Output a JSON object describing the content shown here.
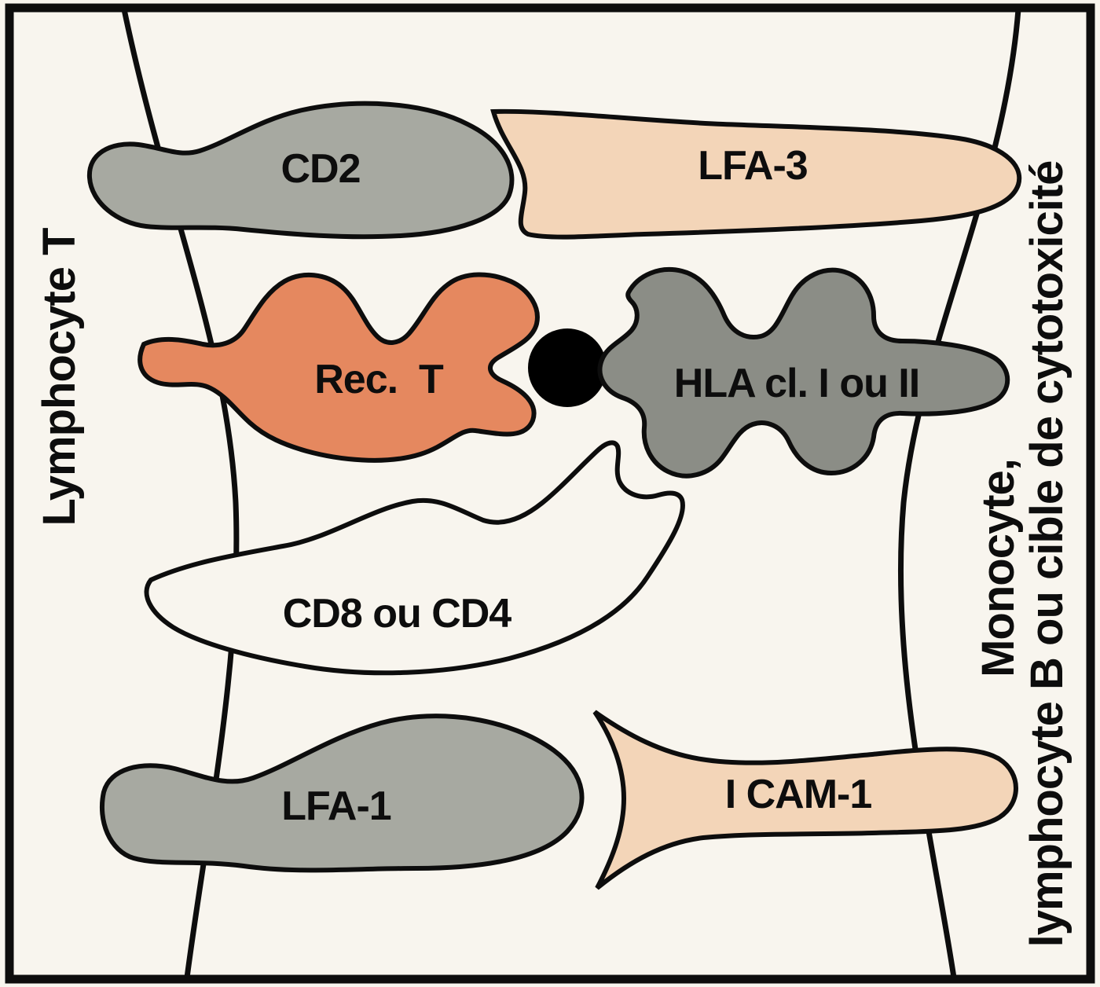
{
  "diagram": {
    "cells": {
      "left_label": "Lymphocyte T",
      "right_label_line1": "Monocyte,",
      "right_label_line2": "lymphocyte B ou cible de cytotoxicité"
    },
    "molecules": {
      "cd2": {
        "label": "CD2",
        "color": "#a7a9a1"
      },
      "lfa3": {
        "label": "LFA-3",
        "color": "#f3d5b8"
      },
      "rec_t": {
        "label": "Rec.  T",
        "color": "#e5885f"
      },
      "hla": {
        "label": "HLA cl. I ou II",
        "color": "#8b8d86"
      },
      "cd8_cd4": {
        "label": "CD8 ou CD4",
        "color": "#f8f5ee"
      },
      "lfa1": {
        "label": "LFA-1",
        "color": "#a7a9a1"
      },
      "icam1": {
        "label": "I CAM-1",
        "color": "#f3d5b8"
      }
    },
    "antigen": {
      "color": "#000000"
    },
    "colors": {
      "background": "#f8f5ee",
      "outline": "#0d0d0d",
      "text": "#0d0d0d"
    }
  }
}
